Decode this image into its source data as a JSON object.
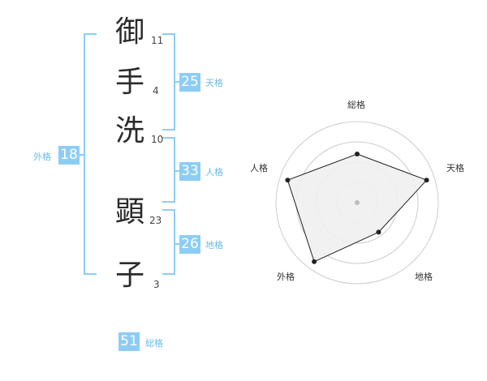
{
  "name_chars": [
    {
      "char": "御",
      "strokes": "11"
    },
    {
      "char": "手",
      "strokes": "4"
    },
    {
      "char": "洗",
      "strokes": "10"
    },
    {
      "char": "顕",
      "strokes": "23"
    },
    {
      "char": "子",
      "strokes": "3"
    }
  ],
  "fortunes": {
    "tenkaku": {
      "value": "25",
      "label": "天格"
    },
    "jinkaku": {
      "value": "33",
      "label": "人格"
    },
    "chikaku": {
      "value": "26",
      "label": "地格"
    },
    "gaikaku": {
      "value": "18",
      "label": "外格"
    },
    "soukaku": {
      "value": "51",
      "label": "総格"
    }
  },
  "chart_data": {
    "type": "radar",
    "axes": [
      "総格",
      "天格",
      "地格",
      "外格",
      "人格"
    ],
    "values": [
      0.6,
      0.9,
      0.45,
      0.9,
      0.9
    ],
    "range": [
      0,
      1
    ],
    "rings": 4,
    "colors": {
      "fill": "#efefef",
      "line": "#222222",
      "ring": "#cccccc",
      "center": "#bbbbbb"
    }
  }
}
